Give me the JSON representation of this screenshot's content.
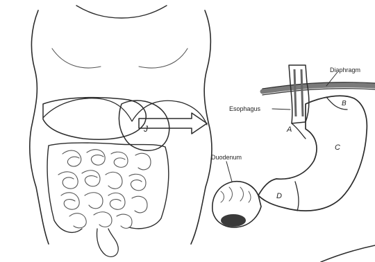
{
  "labels": {
    "diaphragm": "Diaphragm",
    "esophagus": "Esophagus",
    "duodenum": "Duodenum",
    "region_a": "A",
    "region_b": "B",
    "region_c": "C",
    "region_d": "D",
    "stomach_marker": "J"
  },
  "icons": {
    "arrow": "right-arrow-icon"
  },
  "colors": {
    "ink": "#2b2b2b",
    "background": "#ffffff",
    "diaphragm_band": "#7a7a7a"
  }
}
